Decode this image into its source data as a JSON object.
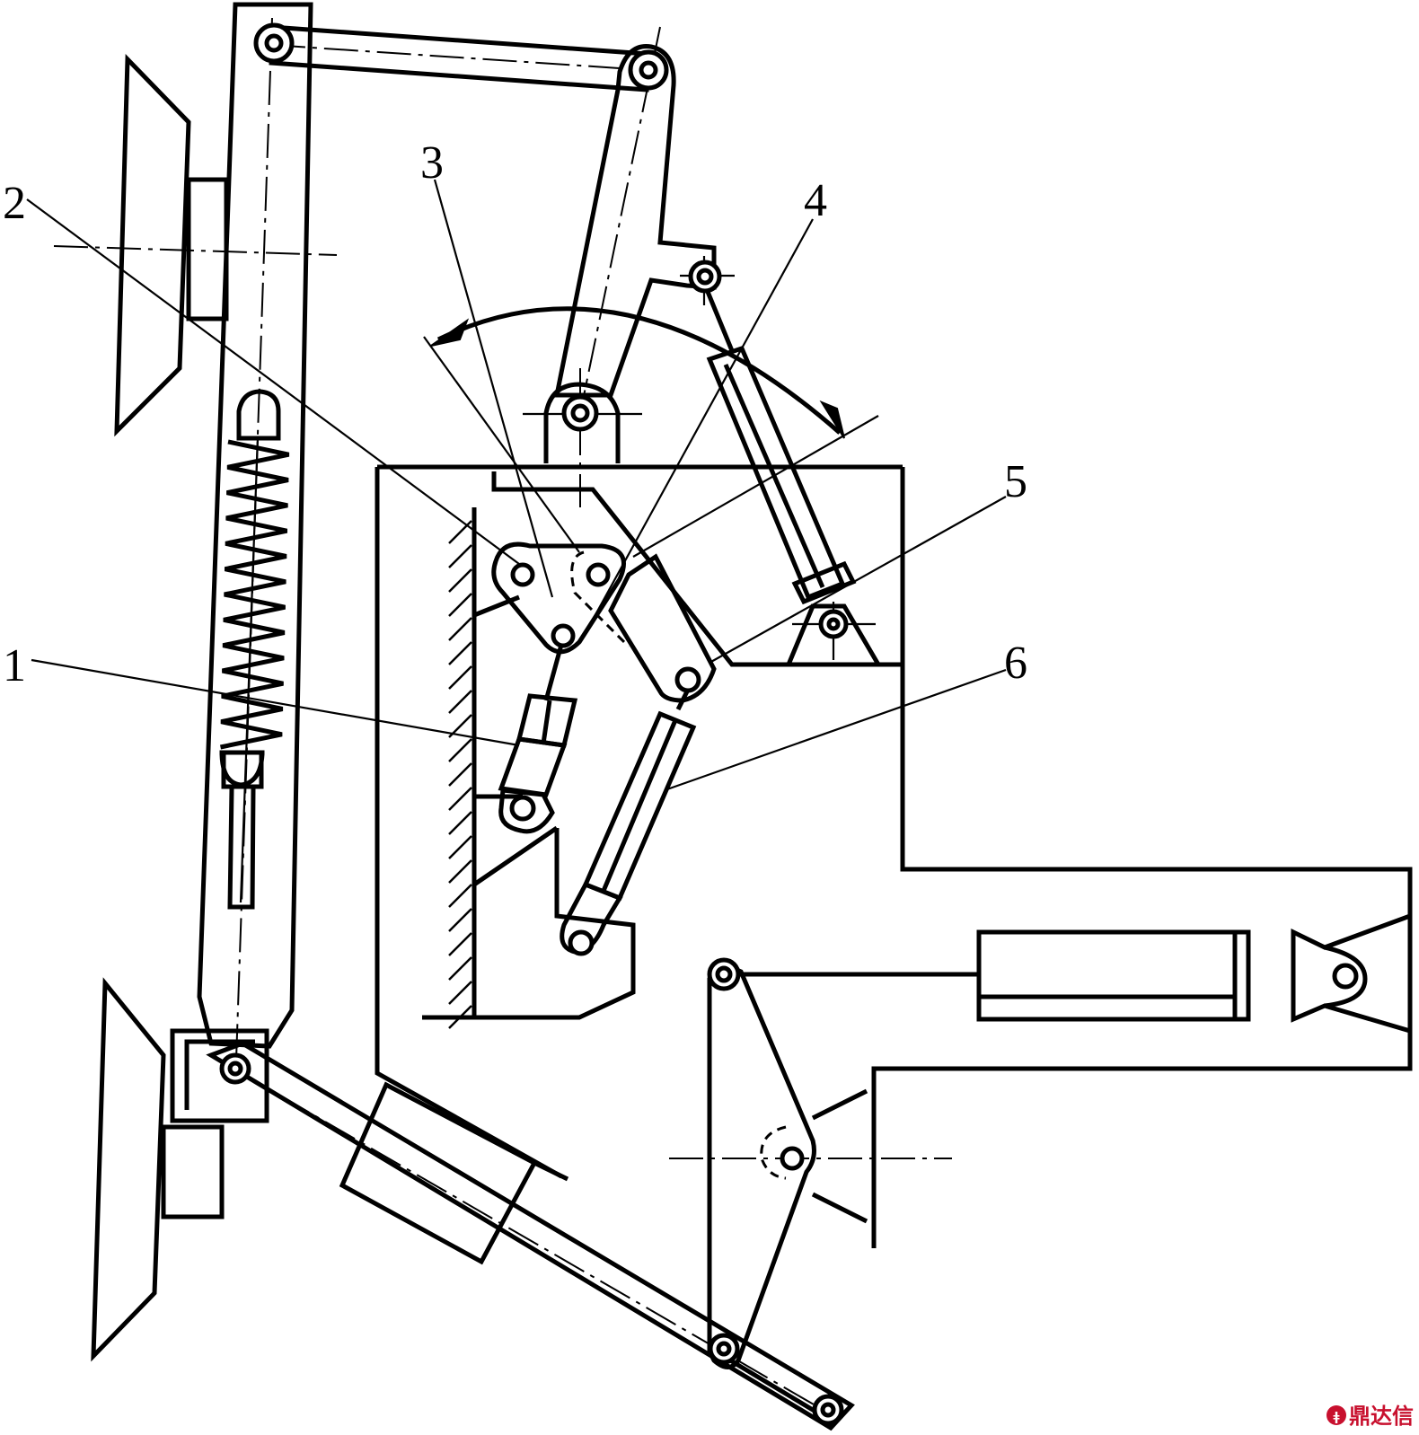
{
  "part_labels": [
    "1",
    "2",
    "3",
    "4",
    "5",
    "6"
  ],
  "watermark": {
    "text": "鼎达信",
    "color": "#c8102e"
  }
}
